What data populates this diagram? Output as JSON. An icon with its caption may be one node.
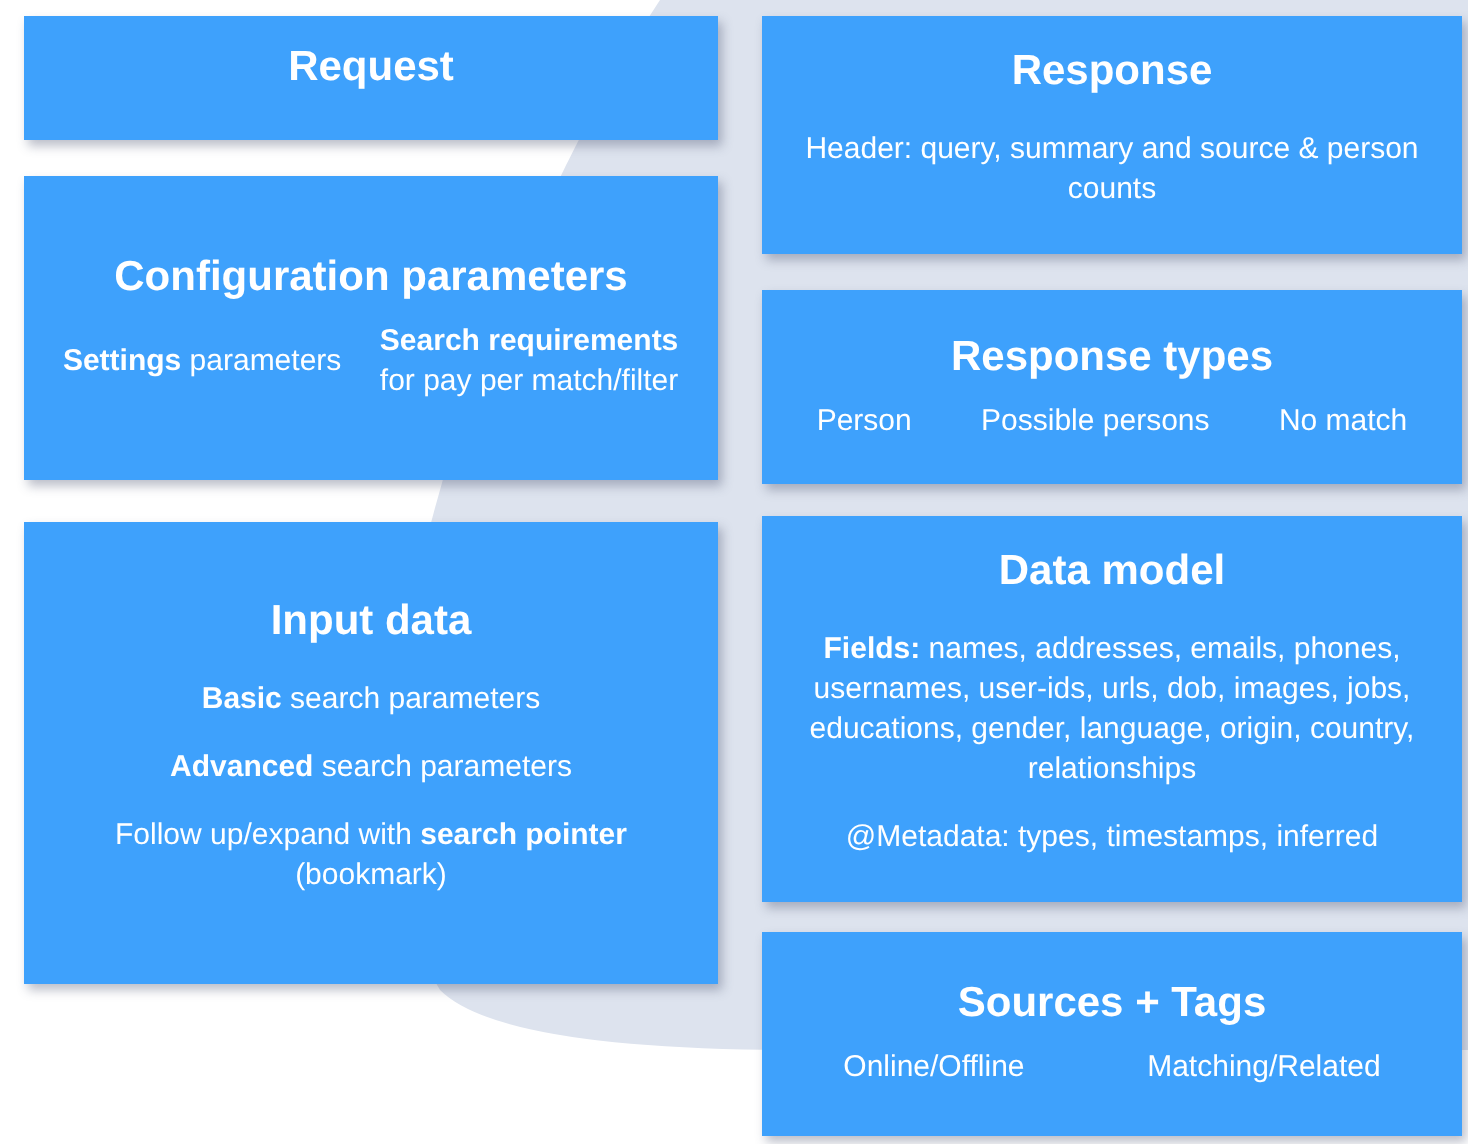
{
  "diagram": {
    "nodes": [
      {
        "text": [
          "Request"
        ]
      },
      {
        "text": [
          "Configuration parameters",
          "**Settings** parameters",
          "**Search requirements** for pay per match/filter"
        ]
      },
      {
        "text": [
          "Input data",
          "**Basic** search parameters",
          "**Advanced** search parameters",
          "Follow up/expand with **search pointer** (bookmark)"
        ]
      },
      {
        "text": [
          "Response",
          "Header: query, summary and source & person counts"
        ]
      },
      {
        "text": [
          "Response types",
          "Person",
          "Possible persons",
          "No match"
        ]
      },
      {
        "text": [
          "Data model",
          "**Fields:** names, addresses, emails, phones, usernames, user-ids, urls, dob, images, jobs, educations, gender, language, origin, country, relationships",
          "@Metadata: types, timestamps, inferred"
        ]
      },
      {
        "text": [
          "Sources + Tags",
          "Online/Offline",
          "Matching/Related"
        ]
      }
    ]
  }
}
